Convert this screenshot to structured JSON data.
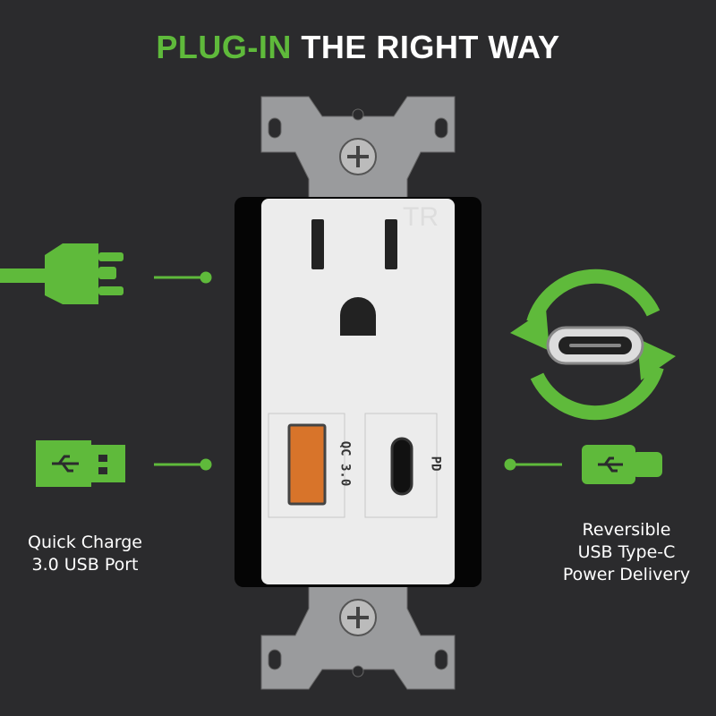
{
  "title": {
    "highlight": "PLUG-IN",
    "rest": "THE RIGHT WAY"
  },
  "outlet": {
    "tamper_mark": "TR",
    "usb_a_label": "QC 3.0",
    "usb_c_label": "PD"
  },
  "captions": {
    "left": [
      "Quick Charge",
      "3.0 USB Port"
    ],
    "right": [
      "Reversible",
      "USB Type-C",
      "Power Delivery"
    ]
  },
  "icons": [
    "ac-plug-icon",
    "usb-a-plug-icon",
    "usb-c-plug-icon",
    "reversible-arrows-icon",
    "usb-c-port-icon"
  ],
  "colors": {
    "accent": "#5fba3b",
    "background": "#2b2b2d",
    "usb_a_port": "#d8742a"
  }
}
